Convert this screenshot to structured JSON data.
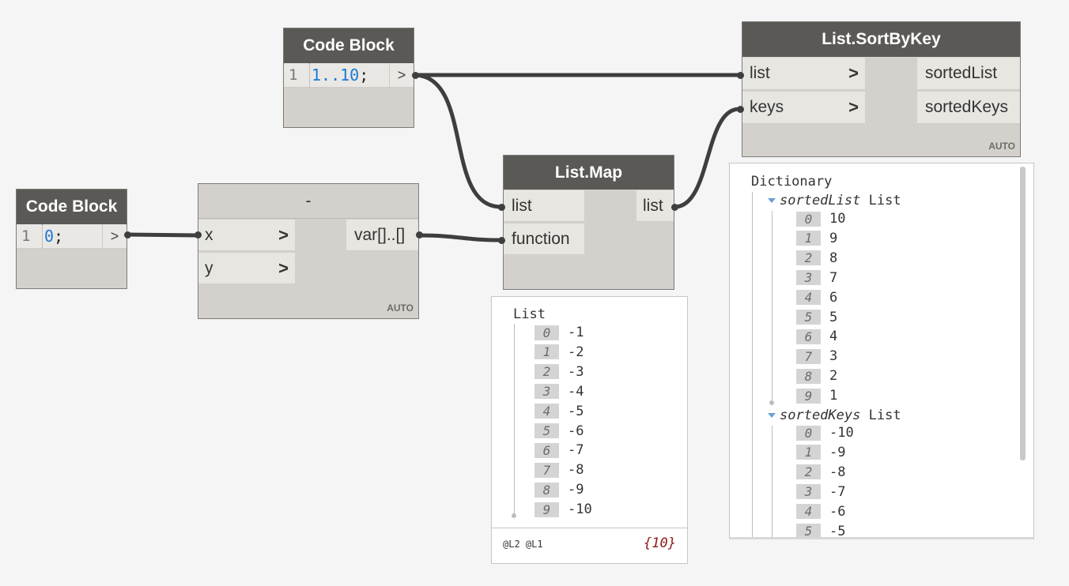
{
  "code_block_a": {
    "title": "Code Block",
    "line_number": "1",
    "code_main": "1..10",
    "code_semi": ";",
    "output_symbol": ">"
  },
  "code_block_b": {
    "title": "Code Block",
    "line_number": "1",
    "code_main": "0",
    "code_semi": ";",
    "output_symbol": ">"
  },
  "subtract_node": {
    "title": "-",
    "inputs": [
      "x",
      "y"
    ],
    "output": "var[]..[]",
    "lacing": "AUTO"
  },
  "list_map": {
    "title": "List.Map",
    "inputs": [
      "list",
      "function"
    ],
    "output": "list"
  },
  "sort_by_key": {
    "title": "List.SortByKey",
    "inputs": [
      "list",
      "keys"
    ],
    "outputs": [
      "sortedList",
      "sortedKeys"
    ],
    "lacing": "AUTO"
  },
  "port_chevron": ">",
  "map_preview": {
    "header": "List",
    "items": [
      {
        "i": "0",
        "v": "-1"
      },
      {
        "i": "1",
        "v": "-2"
      },
      {
        "i": "2",
        "v": "-3"
      },
      {
        "i": "3",
        "v": "-4"
      },
      {
        "i": "4",
        "v": "-5"
      },
      {
        "i": "5",
        "v": "-6"
      },
      {
        "i": "6",
        "v": "-7"
      },
      {
        "i": "7",
        "v": "-8"
      },
      {
        "i": "8",
        "v": "-9"
      },
      {
        "i": "9",
        "v": "-10"
      }
    ],
    "levels": "@L2 @L1",
    "count": "{10}"
  },
  "dict_preview": {
    "header": "Dictionary",
    "sorted_list_key": "sortedList",
    "sorted_list_type": "List",
    "sorted_list_items": [
      {
        "i": "0",
        "v": "10"
      },
      {
        "i": "1",
        "v": "9"
      },
      {
        "i": "2",
        "v": "8"
      },
      {
        "i": "3",
        "v": "7"
      },
      {
        "i": "4",
        "v": "6"
      },
      {
        "i": "5",
        "v": "5"
      },
      {
        "i": "6",
        "v": "4"
      },
      {
        "i": "7",
        "v": "3"
      },
      {
        "i": "8",
        "v": "2"
      },
      {
        "i": "9",
        "v": "1"
      }
    ],
    "sorted_keys_key": "sortedKeys",
    "sorted_keys_type": "List",
    "sorted_keys_items": [
      {
        "i": "0",
        "v": "-10"
      },
      {
        "i": "1",
        "v": "-9"
      },
      {
        "i": "2",
        "v": "-8"
      },
      {
        "i": "3",
        "v": "-7"
      },
      {
        "i": "4",
        "v": "-6"
      },
      {
        "i": "5",
        "v": "-5"
      }
    ]
  },
  "colors": {
    "canvas": "#f5f5f5",
    "node_header": "#5b5956",
    "node_body": "#d4d1cc",
    "wire": "#3e3e3e",
    "code_number": "#1a7ad6",
    "count_text": "#8b1a1a"
  }
}
